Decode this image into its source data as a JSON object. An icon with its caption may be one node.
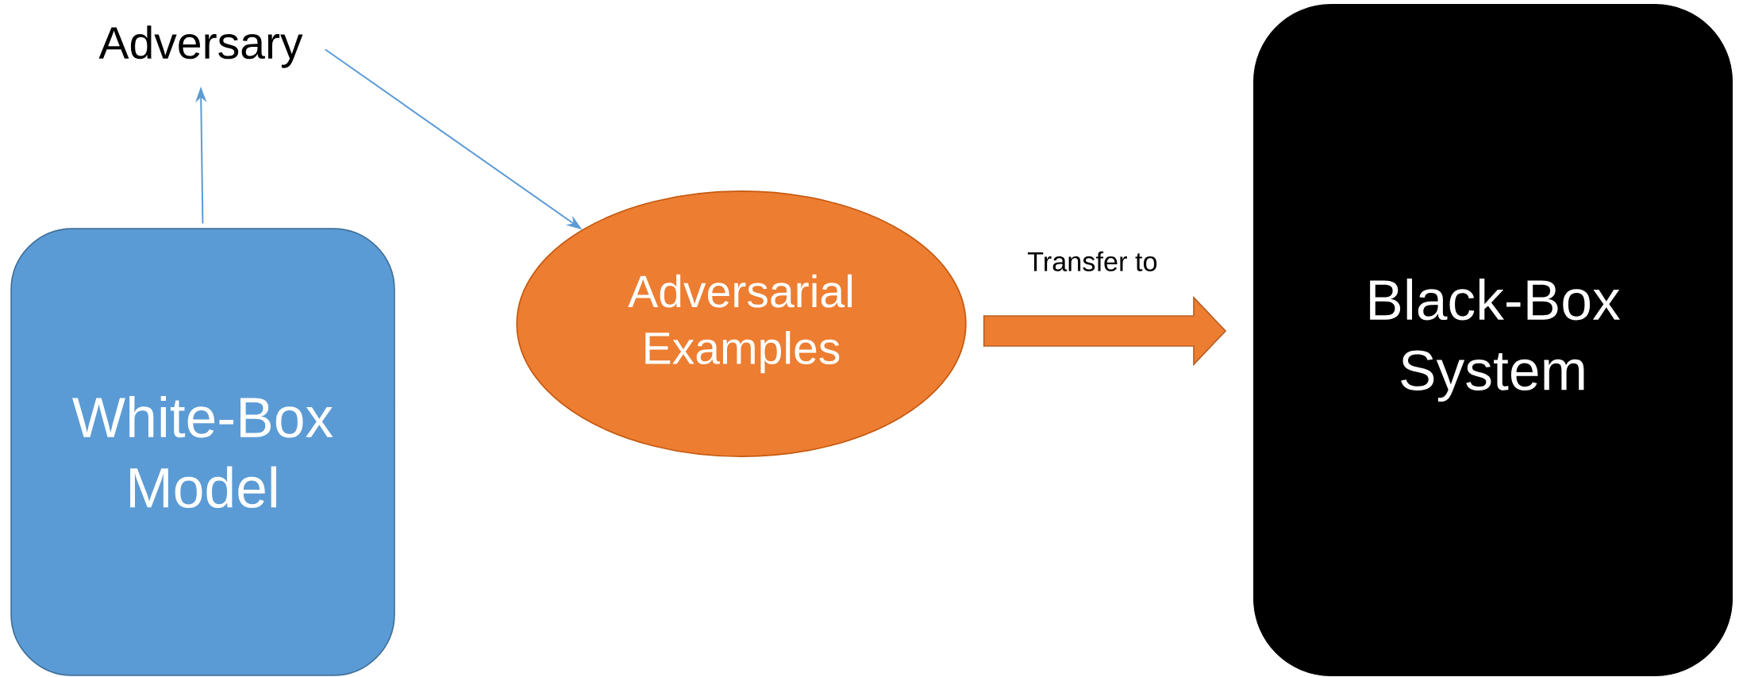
{
  "diagram": {
    "nodes": [
      {
        "text": [
          "Adversary"
        ]
      },
      {
        "text": [
          "White-Box Model"
        ]
      },
      {
        "text": [
          "Adversarial Examples"
        ]
      },
      {
        "text": [
          "Black-Box System"
        ]
      }
    ],
    "edges": [
      {
        "from": 1,
        "to": 0,
        "arrow": "to"
      },
      {
        "from": 0,
        "to": 2,
        "arrow": "to"
      },
      {
        "from": 2,
        "to": 3,
        "arrow": "to",
        "label": "Transfer to",
        "style": "thick",
        "color": "#ed7d31"
      }
    ]
  }
}
